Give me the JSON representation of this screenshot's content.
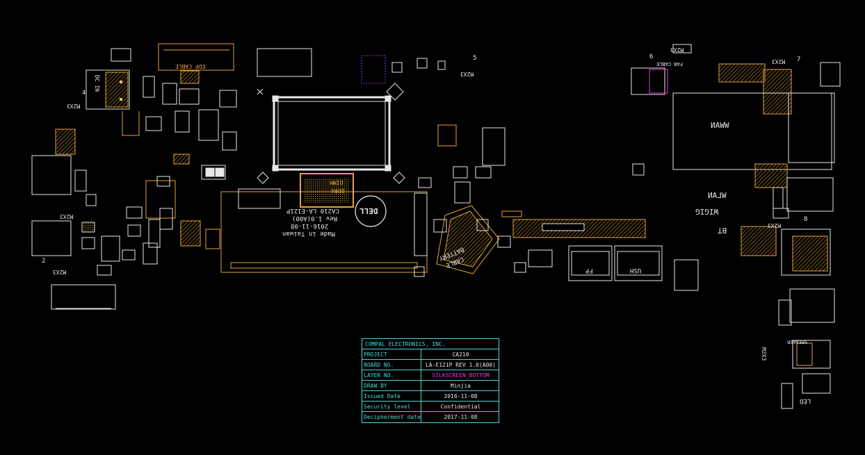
{
  "board": {
    "silk_labels": {
      "pcb_label": "EDP CABLE",
      "dc_in": "DC IN",
      "battery_cable_1": "BATTERY",
      "battery_cable_2": "CABLE",
      "project_mark_1": "CA210 LA-E121P",
      "project_mark_2": "Rev 1.0(A00)",
      "project_mark_3": "2016-11-08",
      "project_mark_4": "Made in Taiwan",
      "dimm_1": "DIMM",
      "dimm_2": "DDR4",
      "wwan": "WWAN",
      "wlan": "WLAN",
      "wigig": "WIGIG",
      "bt": "BT",
      "fp": "FP",
      "usb": "USH",
      "m2x3_a": "M2X3",
      "m2x3_b": "M2X3",
      "m2x3_c": "M2X3",
      "m2x3_d": "M2X3",
      "m2x3_e": "M2X3",
      "m2x3_f": "M2X3",
      "m2x3_g": "M2X3",
      "m2x3_h": "M2X3",
      "speaker": "SPEAKER",
      "led": "LED",
      "fan": "FAN CABLE",
      "digit_5": "5",
      "digit_6": "6",
      "digit_8": "8",
      "digit_4": "4",
      "digit_2": "2",
      "digit_7": "7",
      "logo": "DELL"
    },
    "colors": {
      "outline": "#e8a438",
      "silk": "#e8e8e8",
      "pad": "#7a5a1e",
      "via": "#9a3ed8",
      "title_block": "#4fd6d6",
      "layer_highlight": "#e040e0"
    }
  },
  "title_block": {
    "company": "COMPAL ELECTRONICS, INC.",
    "rows": [
      {
        "key": "PROJECT",
        "value": "CA210"
      },
      {
        "key": "BOARD NO.",
        "value": "LA-E121P REV 1.0(A00)"
      },
      {
        "key": "LAYER NO.",
        "value": "SILKSCREEN_BOTTOM"
      },
      {
        "key": "DRAW BY",
        "value": "Minjia"
      },
      {
        "key": "Issued Date",
        "value": "2016-11-08"
      },
      {
        "key": "Security level",
        "value": "Confidential"
      },
      {
        "key": "Decipherment date",
        "value": "2017-11-08"
      }
    ]
  }
}
